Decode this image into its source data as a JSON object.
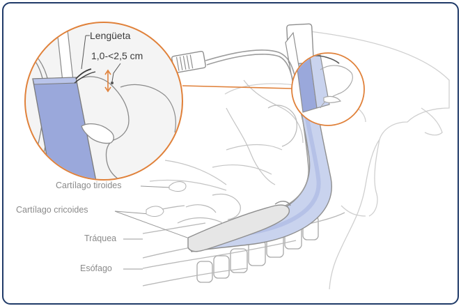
{
  "figure": {
    "magnifier": {
      "tab_label": "Lengüeta",
      "distance_label": "1,0-<2,5 cm"
    },
    "anatomy_labels": {
      "thyroid_cartilage": "Cartílago tiroides",
      "cricoid_cartilage": "Cartílago cricoides",
      "trachea": "Tráquea",
      "esophagus": "Esófago"
    },
    "colors": {
      "frame_border": "#1f3a68",
      "tube_fill": "#c9d3ee",
      "tube_dark": "#9aa8db",
      "callout_ring": "#e0813a",
      "arrow": "#e0813a",
      "outline": "#9c9c9c"
    }
  }
}
